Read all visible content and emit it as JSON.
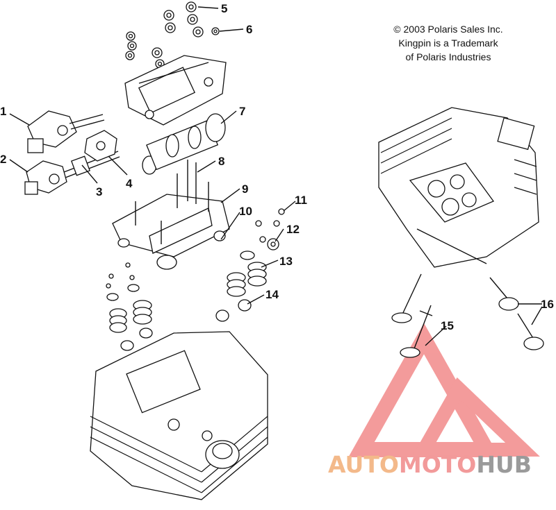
{
  "copyright": {
    "line1": "© 2003 Polaris Sales Inc.",
    "line2": "Kingpin is a Trademark",
    "line3": "of Polaris Industries"
  },
  "callouts": [
    "1",
    "2",
    "3",
    "4",
    "5",
    "6",
    "7",
    "8",
    "9",
    "10",
    "11",
    "12",
    "13",
    "14",
    "15",
    "16"
  ],
  "watermark": {
    "part1": "AUTO",
    "part2": "MOTO",
    "part3": "HUB",
    "colors": {
      "auto": "#f3b98a",
      "moto": "#f29a9a",
      "hub": "#9a9a9a",
      "logo": "#f07a7a"
    }
  }
}
